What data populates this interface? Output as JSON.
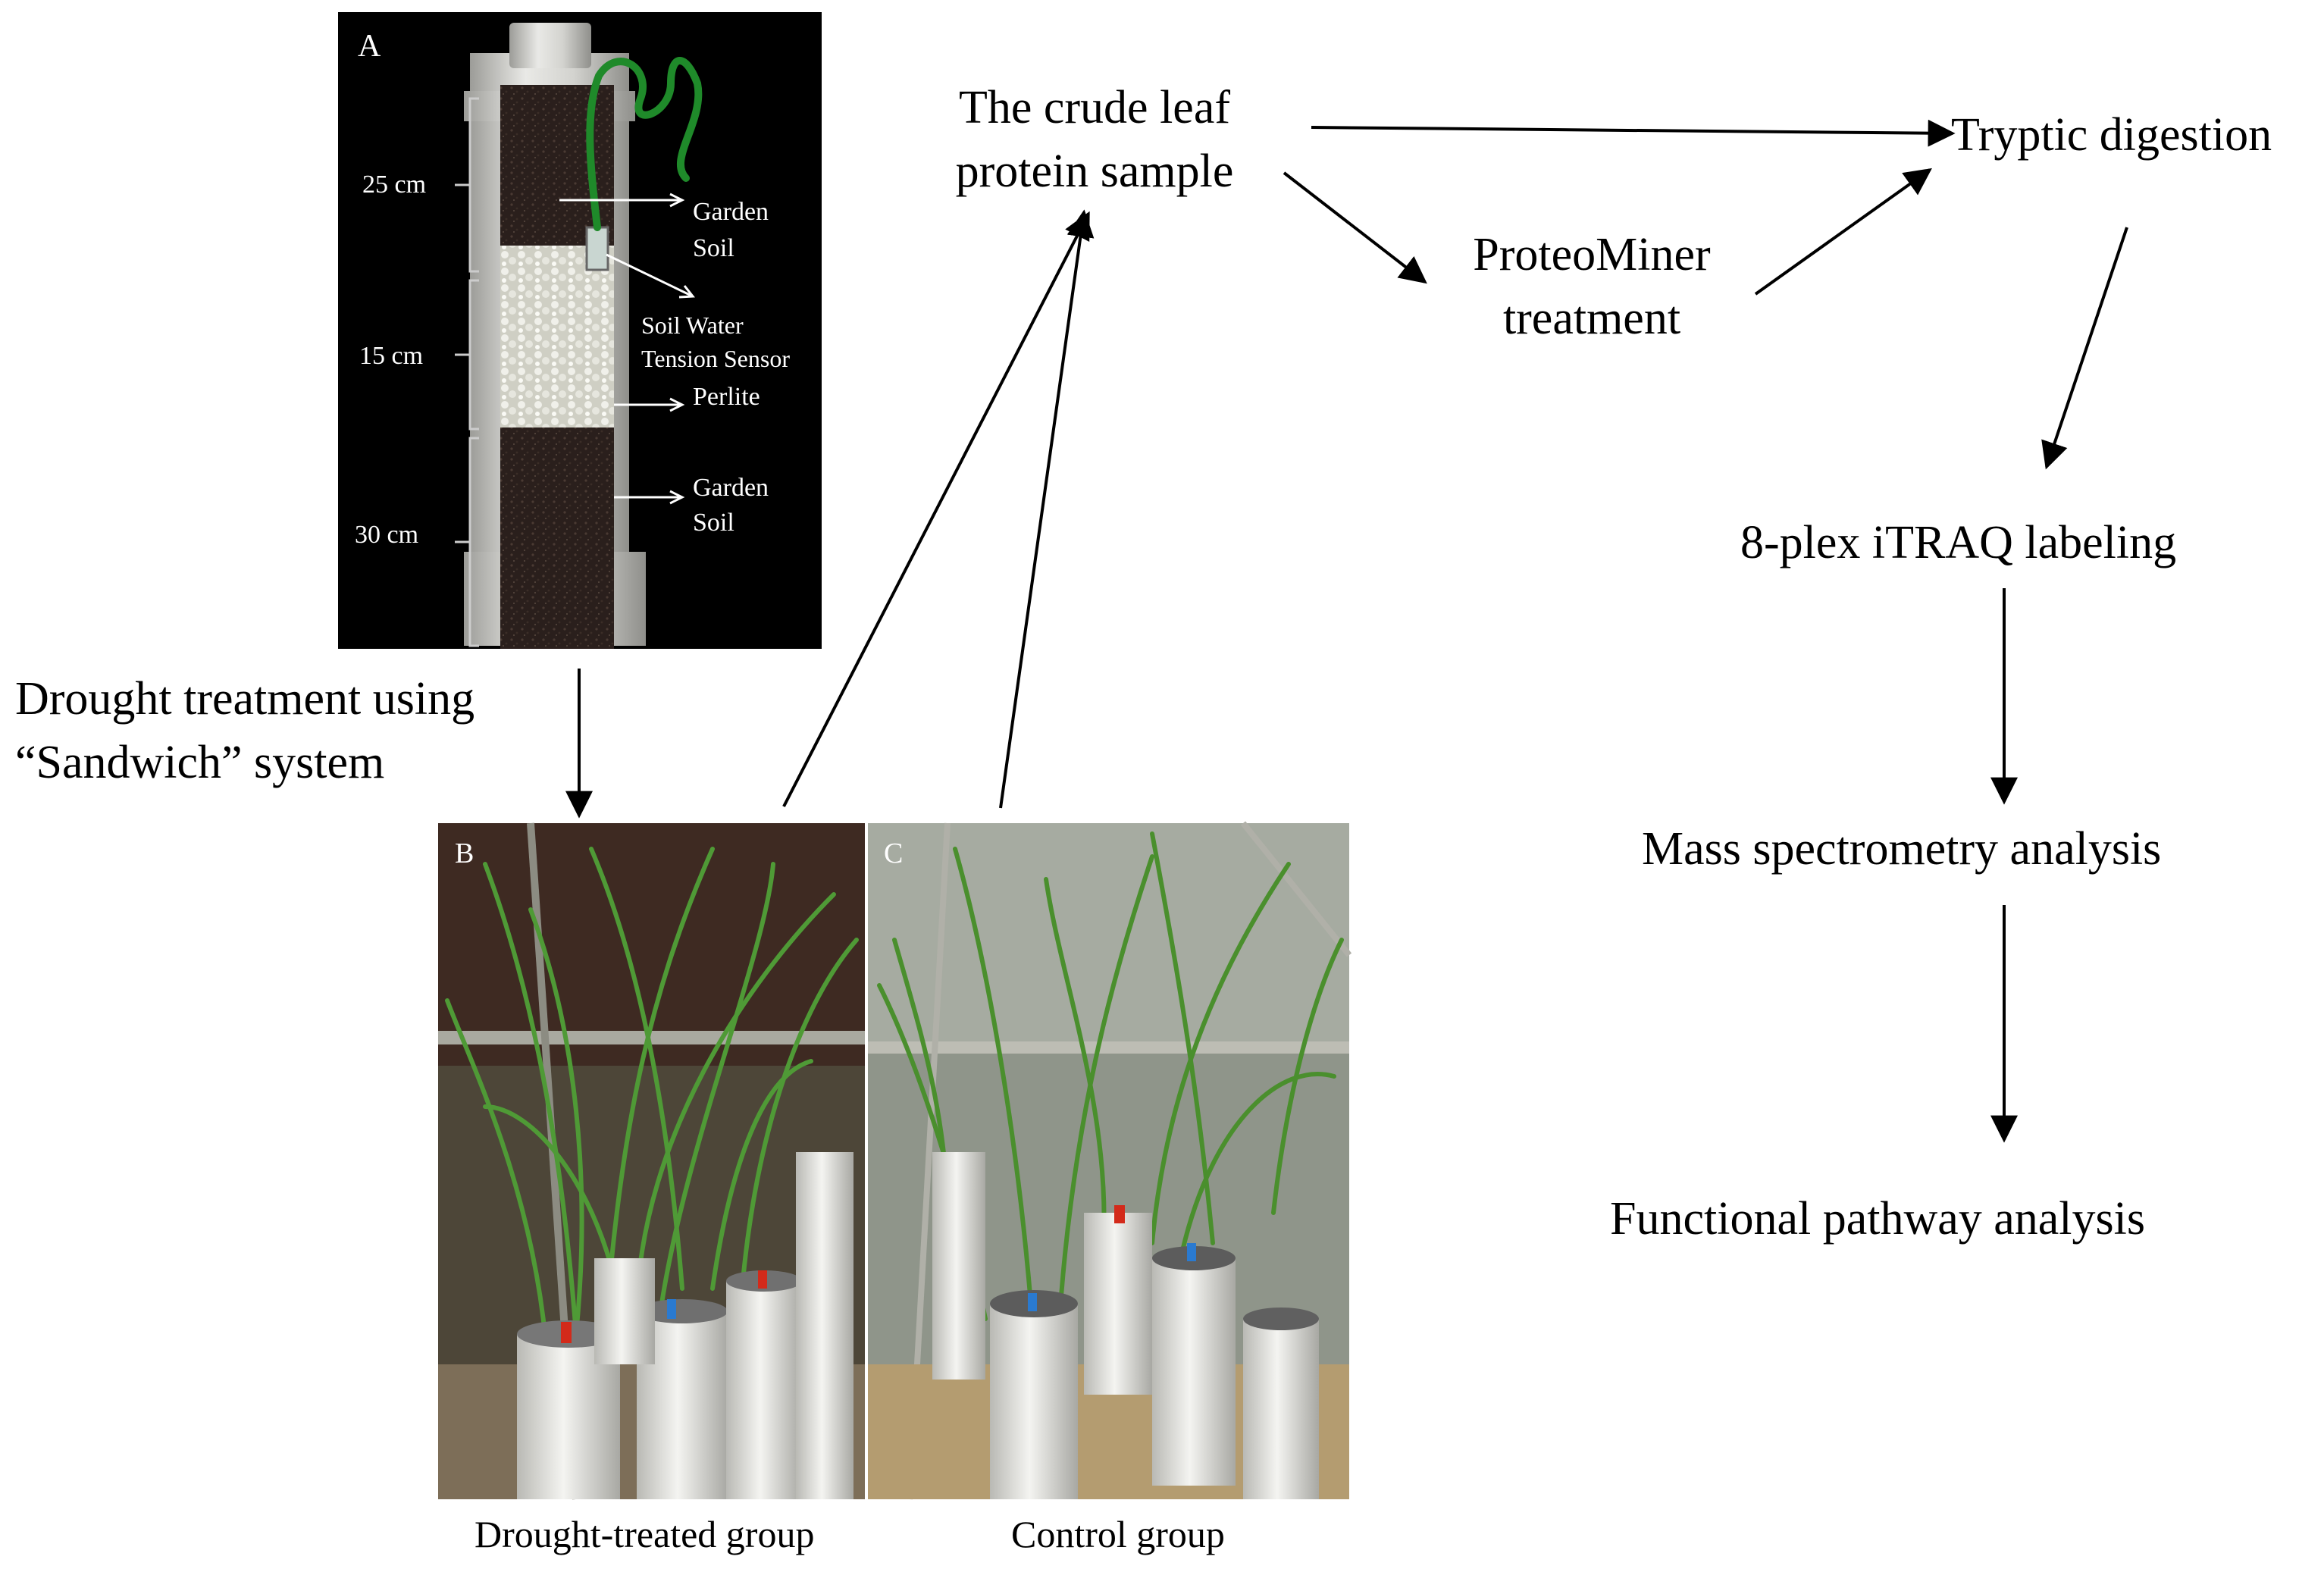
{
  "panel_a": {
    "letter": "A",
    "depth_labels": [
      "25 cm",
      "15 cm",
      "30 cm"
    ],
    "layer_labels": {
      "garden_soil_top": [
        "Garden",
        "Soil"
      ],
      "sensor": [
        "Soil Water",
        "Tension Sensor"
      ],
      "perlite": "Perlite",
      "garden_soil_bottom": [
        "Garden",
        "Soil"
      ]
    }
  },
  "panel_b": {
    "letter": "B",
    "caption": "Drought-treated group"
  },
  "panel_c": {
    "letter": "C",
    "caption": "Control group"
  },
  "flow": {
    "drought_treatment": [
      "Drought treatment using",
      "“Sandwich” system"
    ],
    "crude_sample": [
      "The crude leaf",
      "protein sample"
    ],
    "proteominer": [
      "ProteoMiner",
      "treatment"
    ],
    "tryptic": "Tryptic digestion",
    "itraq": "8-plex iTRAQ labeling",
    "mass_spec": "Mass spectrometry analysis",
    "functional": "Functional pathway analysis"
  },
  "colors": {
    "panel_a_bg": "#000000",
    "pipe": "#d8d8d6",
    "soil": "#2a1f1c",
    "perlite": "#dcdcd2",
    "tube_green": "#1f8a2a",
    "greenhouse_bg": "#5a5446",
    "grass": "#3f8a2e"
  }
}
